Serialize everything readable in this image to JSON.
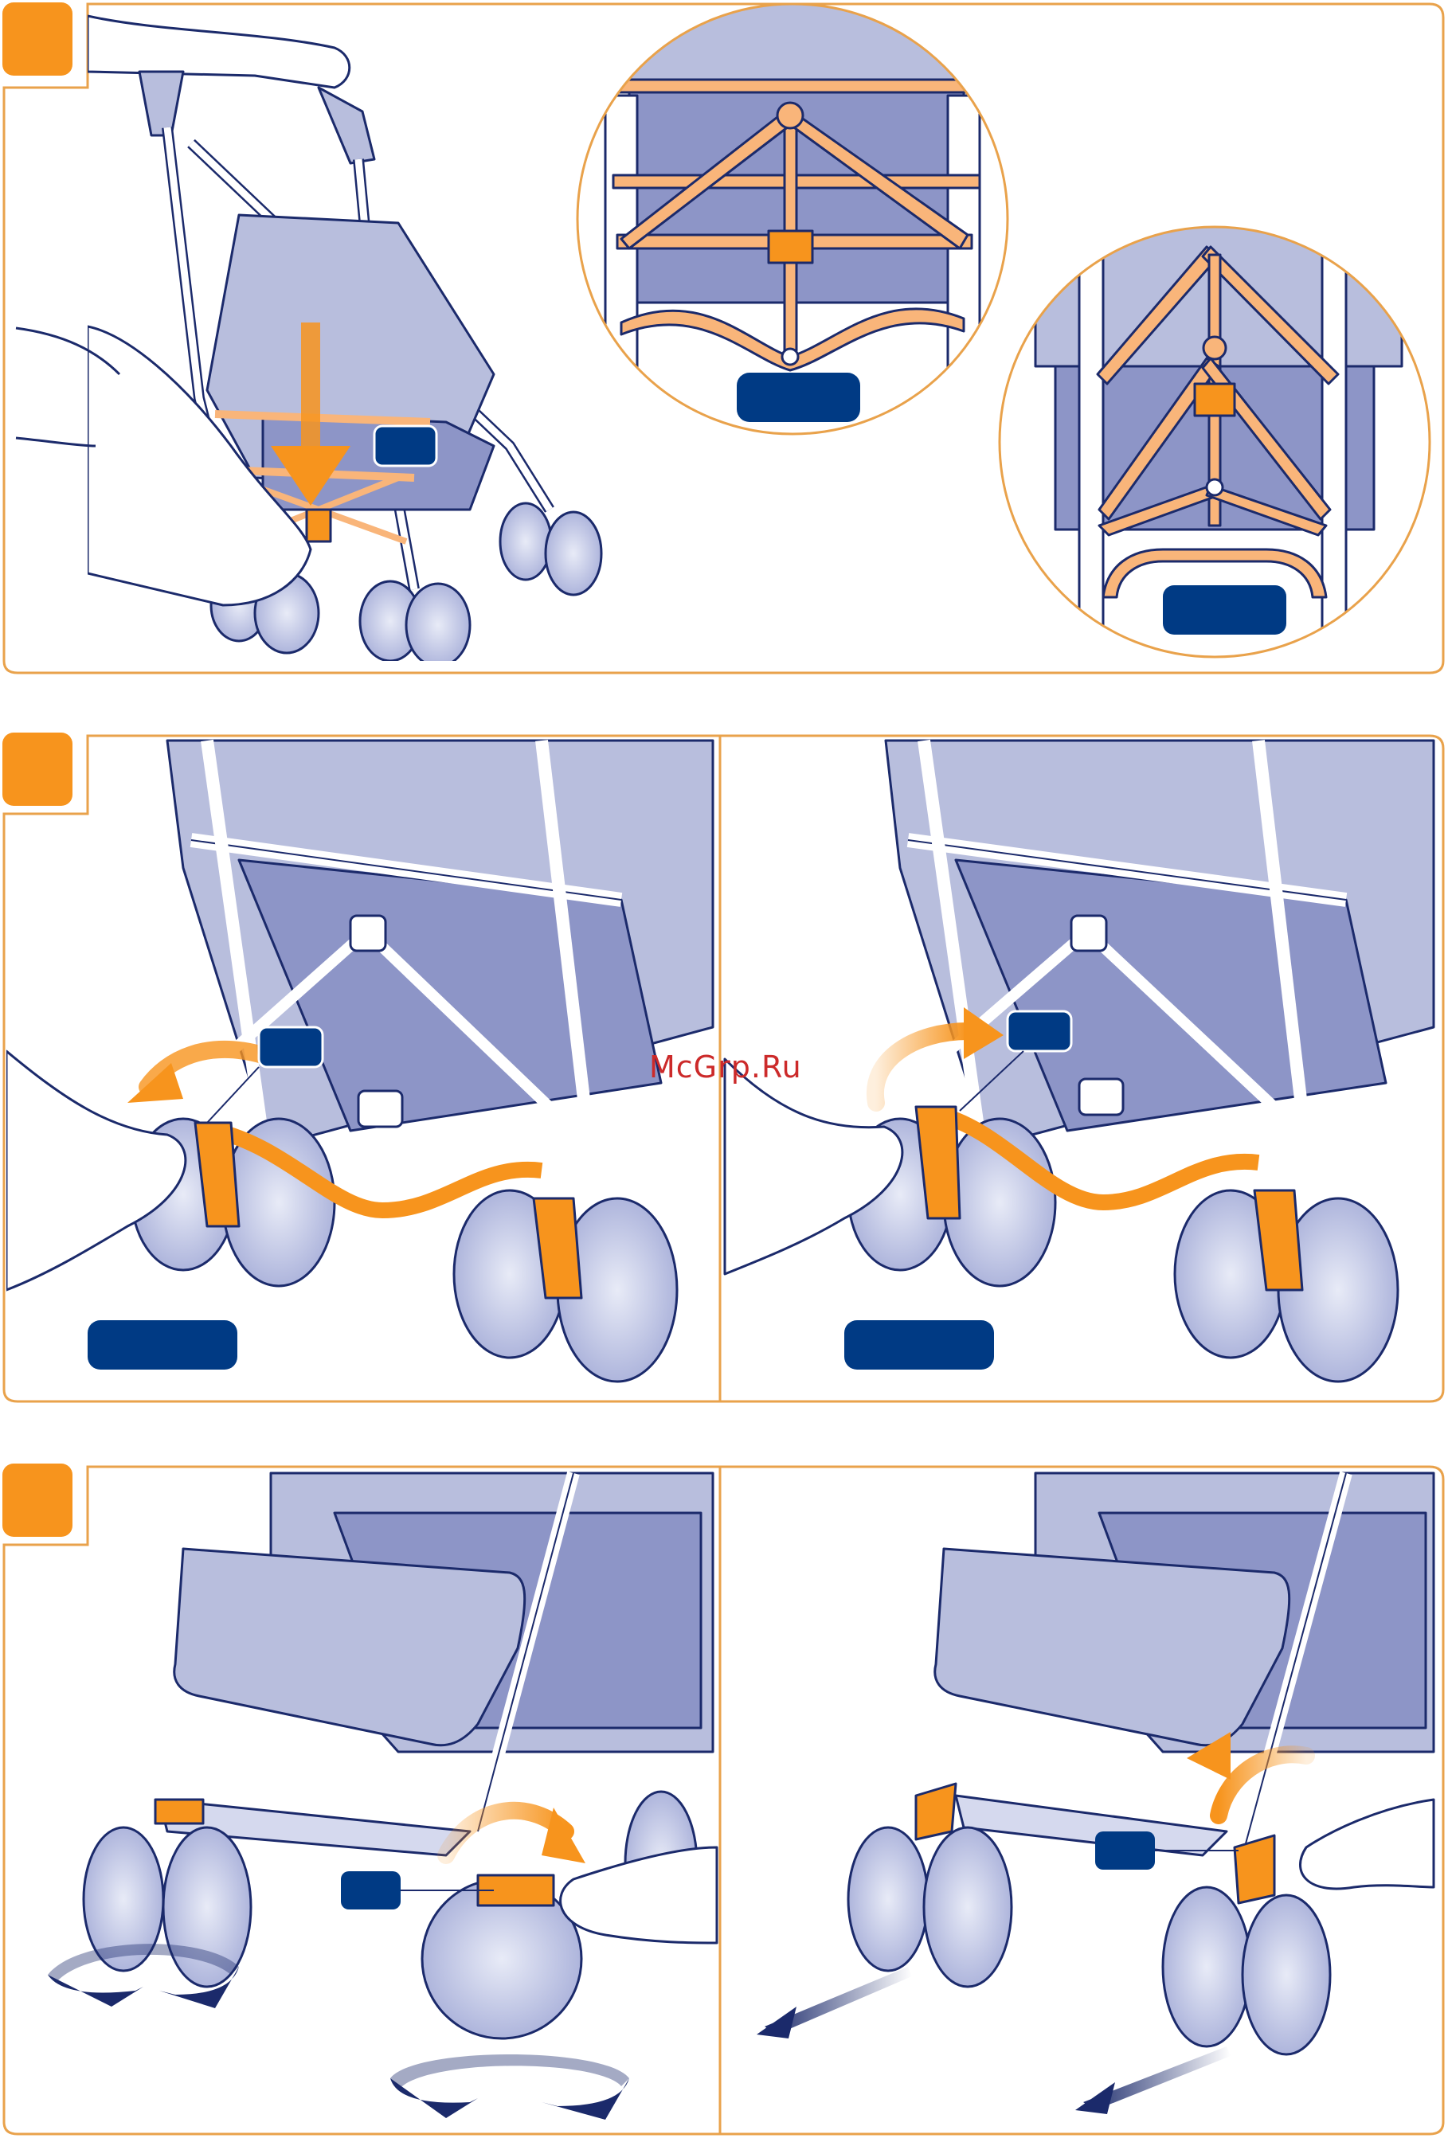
{
  "watermark": "McGrp.Ru",
  "colors": {
    "accent_orange": "#F7941D",
    "panel_border": "#E9A24B",
    "label_navy": "#003A84",
    "stroke_navy": "#1B2A6B",
    "fabric_light": "#B8BEDD",
    "fabric_mid": "#8D95C7",
    "part_orange": "#F9B57A"
  },
  "icons": [
    "step-corner-tab",
    "down-arrow",
    "curved-arrow",
    "rotate-arrow",
    "motion-arrow",
    "hand-icon",
    "foot-icon",
    "wheel-icon"
  ]
}
